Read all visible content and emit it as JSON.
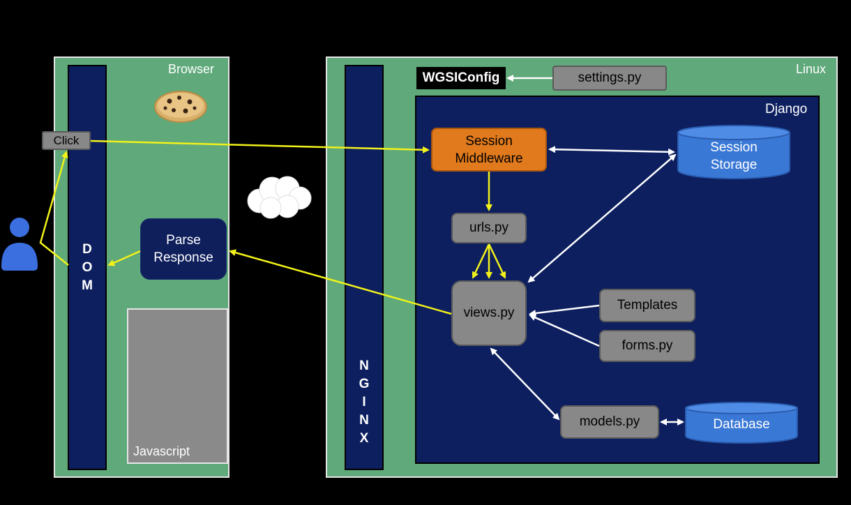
{
  "browser": {
    "title": "Browser",
    "dom_letters": [
      "D",
      "O",
      "M"
    ],
    "click_label": "Click",
    "parse_response_label": [
      "Parse",
      "Response"
    ],
    "javascript_label": "Javascript"
  },
  "linux": {
    "title": "Linux",
    "nginx_letters": [
      "N",
      "G",
      "I",
      "N",
      "X"
    ],
    "wsgi_label": "WGSIConfig",
    "settings_label": "settings.py"
  },
  "django": {
    "title": "Django",
    "session_middleware_label": [
      "Session",
      "Middleware"
    ],
    "session_storage_label": [
      "Session",
      "Storage"
    ],
    "urls_label": "urls.py",
    "views_label": "views.py",
    "templates_label": "Templates",
    "forms_label": "forms.py",
    "models_label": "models.py",
    "database_label": "Database"
  },
  "colors": {
    "flow_arrow": "#f2f21a",
    "data_arrow": "#ffffff",
    "panel": "#5fa97a",
    "dark_column": "#0d1f5f",
    "middleware": "#e07a1c",
    "storage": "#3a78d6",
    "user": "#3b6fe0"
  },
  "icons": {
    "user": "user-icon",
    "cookie": "cookie-icon",
    "cloud": "cloud-icon"
  }
}
